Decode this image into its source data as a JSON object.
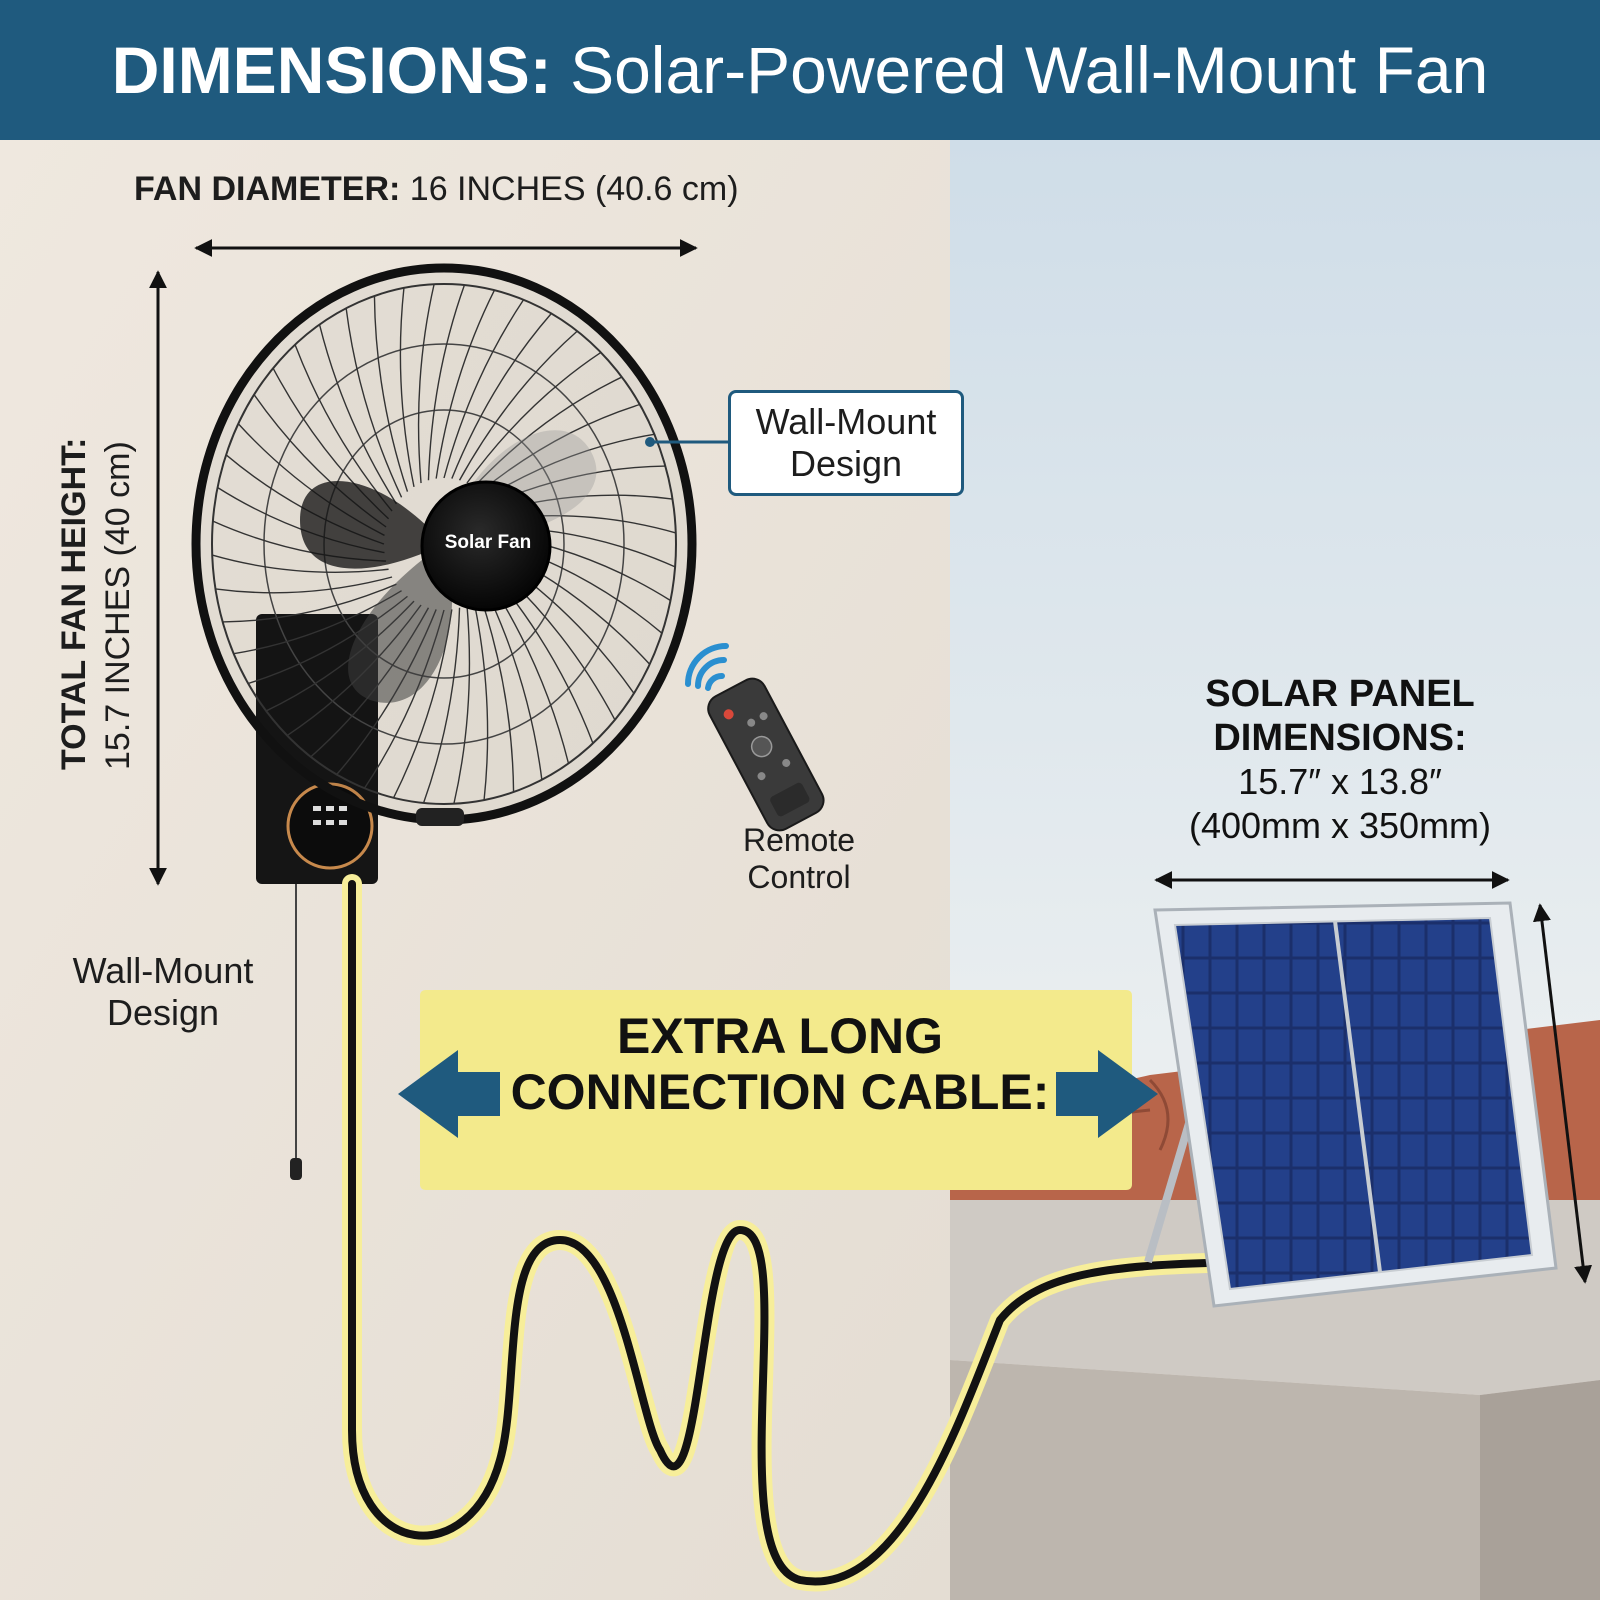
{
  "header": {
    "title_bold": "DIMENSIONS:",
    "title_rest": "Solar-Powered Wall-Mount Fan"
  },
  "fan_diameter": {
    "label": "FAN DIAMETER:",
    "value": "16 INCHES (40.6 cm)"
  },
  "fan_height": {
    "label": "TOTAL FAN HEIGHT:",
    "value": "15.7 INCHES (40 cm)"
  },
  "fan": {
    "logo": "Solar Fan"
  },
  "wall_mount_callout": {
    "line1": "Wall-Mount",
    "line2": "Design"
  },
  "wall_mount_label": {
    "line1": "Wall-Mount",
    "line2": "Design"
  },
  "remote": {
    "line1": "Remote",
    "line2": "Control"
  },
  "solar_panel": {
    "title_line1": "SOLAR PANEL",
    "title_line2": "DIMENSIONS:",
    "size_in": "15.7″ x 13.8″",
    "size_mm": "(400mm x 350mm)"
  },
  "cable_banner": {
    "line1": "EXTRA LONG",
    "line2": "CONNECTION CABLE:"
  },
  "colors": {
    "header": "#1f5a7e",
    "banner": "#f3ea8c",
    "arrow": "#1f5a7e",
    "wall": "#ece5dc",
    "sky": "#dbe6ee"
  }
}
